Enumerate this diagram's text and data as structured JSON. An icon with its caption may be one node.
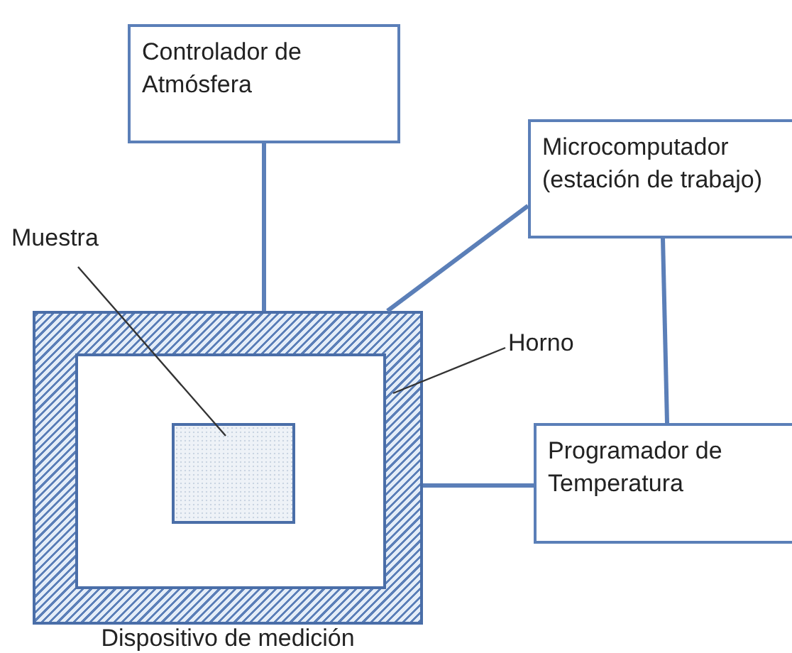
{
  "diagram": {
    "nodes": [
      {
        "text": [
          "Controlador de Atmósfera"
        ]
      },
      {
        "text": [
          "Microcomputador (estación de trabajo)"
        ]
      },
      {
        "text": [
          "Dispositivo de medición"
        ]
      },
      {
        "text": [],
        "shape": "box",
        "in": 2
      },
      {
        "text": [],
        "shape": "box",
        "in": 3
      },
      {
        "text": [
          "Programador de Temperatura"
        ]
      },
      {
        "text": [
          "Muestra"
        ]
      },
      {
        "text": [
          "Horno"
        ]
      }
    ],
    "edges": [
      {
        "from": 0,
        "to": 2,
        "arrow": "none"
      },
      {
        "from": 1,
        "to": 2,
        "arrow": "none"
      },
      {
        "from": 1,
        "to": 5,
        "arrow": "none"
      },
      {
        "from": 2,
        "to": 5,
        "arrow": "none"
      },
      {
        "from": 6,
        "to": 4,
        "arrow": "none",
        "color": "#333333"
      },
      {
        "from": 7,
        "to": 2,
        "arrow": "none",
        "color": "#333333"
      }
    ]
  }
}
